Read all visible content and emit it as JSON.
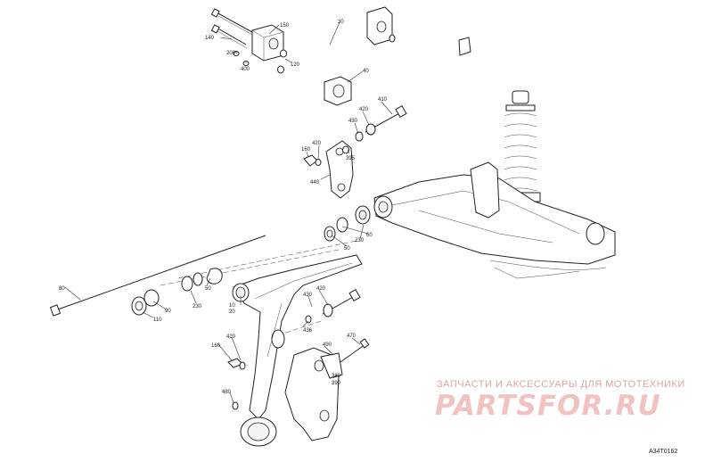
{
  "watermark": {
    "tagline": "ЗАПЧАСТИ И АКСЕССУАРЫ ДЛЯ МОТОТЕХНИКИ",
    "logo": "PARTSFOR.RU"
  },
  "reference_code": "A34T0162",
  "callouts": [
    "150",
    "140",
    "200",
    "400",
    "120",
    "30",
    "40",
    "410",
    "420",
    "430",
    "160",
    "420",
    "395",
    "440",
    "230",
    "60",
    "50",
    "80",
    "230",
    "50",
    "90",
    "110",
    "10",
    "20",
    "430",
    "420",
    "436",
    "160",
    "420",
    "490",
    "470",
    "380",
    "390",
    "480"
  ]
}
